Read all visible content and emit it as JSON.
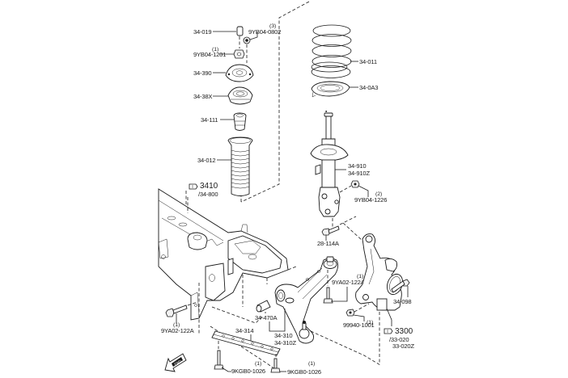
{
  "diagram": {
    "title": "Front suspension exploded view",
    "parts": {
      "cap": {
        "label": "34-019"
      },
      "top_nut": {
        "label": "9YB04-0802",
        "qty": "(3)"
      },
      "lock_nut": {
        "label": "9YB04-1201",
        "qty": "(1)"
      },
      "mount": {
        "label": "34-390"
      },
      "upper_seat": {
        "label": "34-38X"
      },
      "bump_stop": {
        "label": "34-111"
      },
      "dust_boot": {
        "label": "34-012"
      },
      "coil_spring": {
        "label": "34-011"
      },
      "spring_seat": {
        "label": "34-0A3"
      },
      "strut": {
        "label": "34-910",
        "label2": "34-910Z"
      },
      "strut_bolt": {
        "label": "9YB04-1226",
        "qty": "(2)"
      },
      "crossmember_ref": {
        "ref": "3410",
        "sub": "/34-800"
      },
      "stabilizer_bolt": {
        "label": "28-114A"
      },
      "arm_bolt_a": {
        "label": "9YA02-122A",
        "qty": "(1)"
      },
      "arm_bolt_b": {
        "label": "9YA02-122A",
        "qty": "(1)"
      },
      "knuckle_bolt": {
        "label": "34-098"
      },
      "knuckle_nut": {
        "label": "99940-1001",
        "qty": "(1)"
      },
      "knuckle_ref": {
        "ref": "3300",
        "sub": "/33-020",
        "sub2": "33-020Z"
      },
      "bushing": {
        "label": "34-470A"
      },
      "lower_arm": {
        "label": "34-310",
        "label2": "34-310Z"
      },
      "brace": {
        "label": "34-314"
      },
      "brace_bolt_a": {
        "label": "9KGB0-1026",
        "qty": "(1)"
      },
      "brace_bolt_b": {
        "label": "9KGB0-1026",
        "qty": "(1)"
      }
    },
    "direction_arrow": {
      "label": "FWD"
    }
  }
}
